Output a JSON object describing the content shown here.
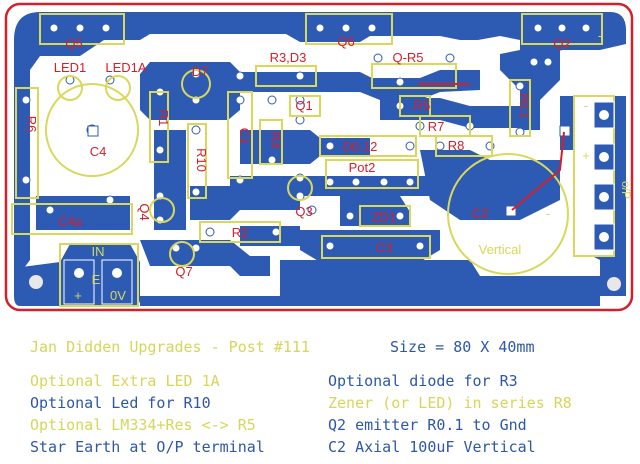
{
  "board": {
    "colors": {
      "outline": "#d4202a",
      "copper": "#2d5bb3",
      "silkscreen": "#d8d85a",
      "ref_red": "#d4202a",
      "caption_yellow": "#d6d65a",
      "caption_blue": "#2d57a8"
    }
  },
  "labels": {
    "q5": "Q5",
    "q6": "Q6",
    "q2": "Q2",
    "led1": "LED1",
    "led1a": "LED1A",
    "d7": "D7",
    "r3d3": "R3,D3",
    "qr5": "Q-R5",
    "r6": "R6",
    "r1": "R1",
    "r10": "R10",
    "c1": "C1",
    "r4": "R4",
    "q1": "Q1",
    "r5": "R5",
    "r01": "R0.1",
    "r7": "R7",
    "r8": "R8",
    "c4": "C4",
    "d012": "D0.12",
    "pot2": "Pot2",
    "c4a": "C4a",
    "q4": "Q4",
    "q3": "Q3",
    "zd1": "ZD1",
    "c2": "C2",
    "r2": "R2",
    "c3": "C3",
    "vertical": "Vertical",
    "q7": "Q7",
    "in": "IN",
    "e": "E",
    "plus": "+",
    "zero_v": "0V",
    "outp": "o/P",
    "minus": "-"
  },
  "caption": {
    "title": "Jan Didden Upgrades - Post #111",
    "size": "Size = 80 X 40mm",
    "left": [
      "Optional Extra LED 1A",
      "Optional Led for R10",
      "Optional LM334+Res <-> R5",
      "Star Earth at O/P terminal"
    ],
    "right": [
      "Optional diode for R3",
      "Zener (or LED) in series R8",
      "Q2 emitter R0.1 to Gnd",
      "C2 Axial 100uF Vertical"
    ]
  }
}
